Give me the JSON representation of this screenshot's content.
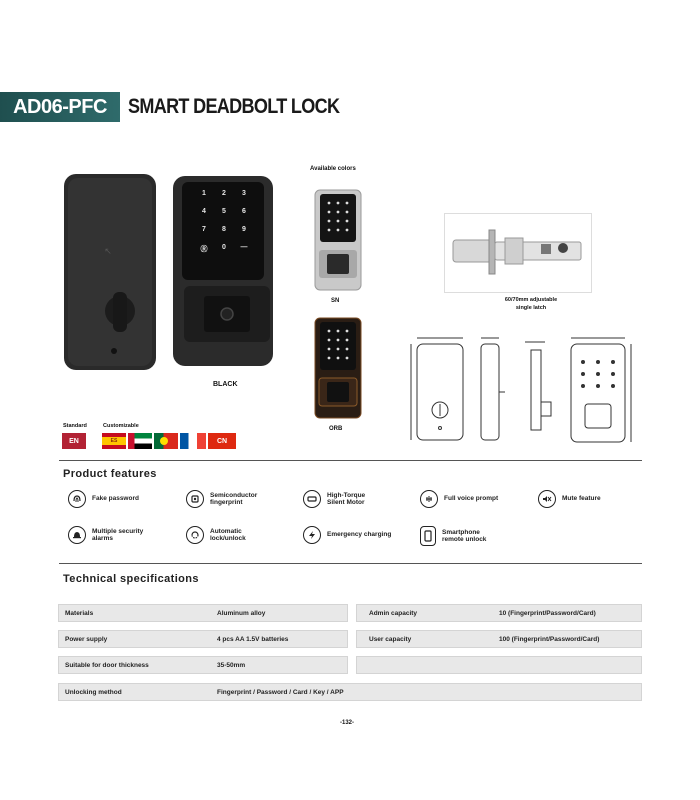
{
  "header": {
    "model": "AD06-PFC",
    "title": "SMART DEADBOLT LOCK"
  },
  "images": {
    "main_color_label": "BLACK",
    "available_colors_label": "Available colors",
    "color_sn": "SN",
    "color_orb": "ORB",
    "latch_caption_line1": "60/70mm adjustable",
    "latch_caption_line2": "single latch",
    "keypad_keys": [
      "1",
      "2",
      "3",
      "4",
      "5",
      "6",
      "7",
      "8",
      "9",
      "Ⓡ",
      "0",
      "—"
    ]
  },
  "languages": {
    "standard_label": "Standard",
    "customizable_label": "Customizable",
    "standard_flag": "EN",
    "cn_flag": "CN",
    "es_flag": "ES"
  },
  "features": {
    "title": "Product features",
    "items": [
      {
        "label": "Fake password",
        "icon": "fingerprint-shield-icon"
      },
      {
        "label": "Semiconductor fingerprint",
        "icon": "fingerprint-icon"
      },
      {
        "label": "High-Torque Silent Motor",
        "icon": "motor-icon"
      },
      {
        "label": "Full voice prompt",
        "icon": "voice-icon"
      },
      {
        "label": "Mute feature",
        "icon": "mute-icon"
      },
      {
        "label": "Multiple security alarms",
        "icon": "alarm-icon"
      },
      {
        "label": "Automatic lock/unlock",
        "icon": "auto-lock-icon"
      },
      {
        "label": "Emergency charging",
        "icon": "charging-icon"
      },
      {
        "label": "Smartphone remote unlock",
        "icon": "smartphone-icon"
      }
    ]
  },
  "specs": {
    "title": "Technical specifications",
    "rows": [
      {
        "key": "Materials",
        "value": "Aluminum alloy"
      },
      {
        "key": "Admin capacity",
        "value": "10 (Fingerprint/Password/Card)"
      },
      {
        "key": "Power supply",
        "value": "4 pcs AA 1.5V batteries"
      },
      {
        "key": "User capacity",
        "value": "100 (Fingerprint/Password/Card)"
      },
      {
        "key": "Suitable for door thickness",
        "value": "35-50mm"
      },
      {
        "key": "Unlocking method",
        "value": "Fingerprint / Password / Card / Key / APP"
      }
    ]
  },
  "page": {
    "number": "-132-"
  },
  "colors": {
    "accent": "#2f6b6b",
    "row_bg": "#e8e8e8"
  }
}
